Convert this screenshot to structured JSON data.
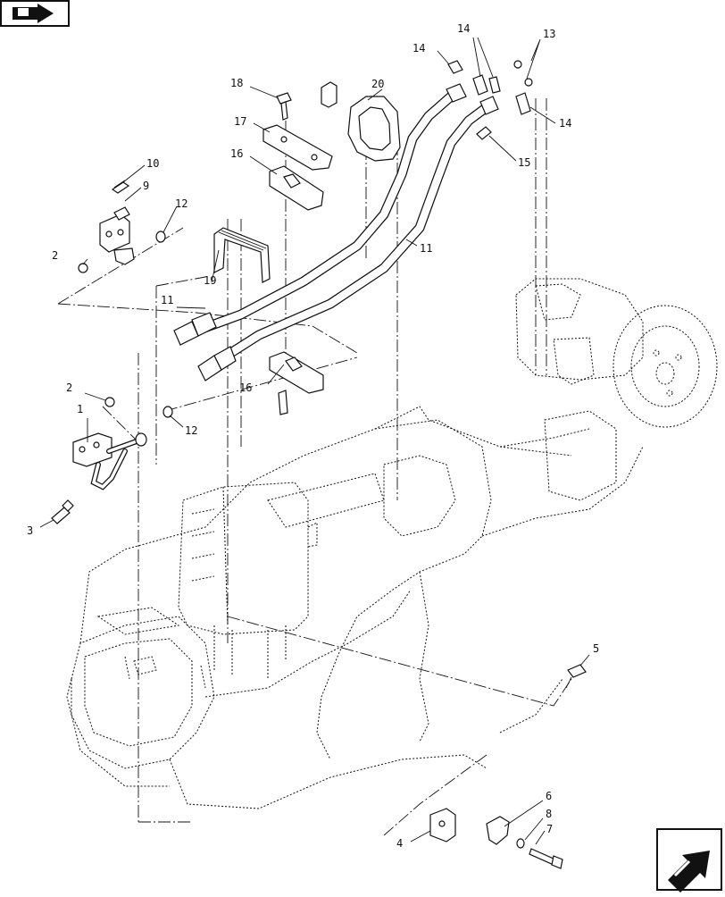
{
  "callouts": [
    "1",
    "2",
    "2",
    "3",
    "4",
    "5",
    "6",
    "7",
    "8",
    "9",
    "10",
    "11",
    "11",
    "12",
    "12",
    "13",
    "14",
    "14",
    "14",
    "15",
    "16",
    "16",
    "17",
    "18",
    "19",
    "20"
  ],
  "icons": {
    "top_left": "navigate-arrow-icon",
    "bottom_right": "next-page-arrow-icon"
  }
}
